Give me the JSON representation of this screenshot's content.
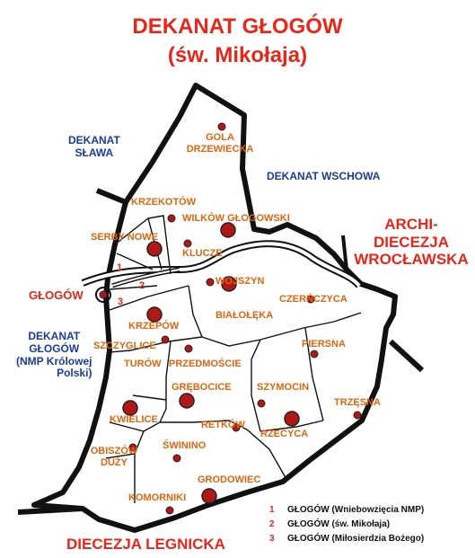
{
  "title": {
    "line1": "DEKANAT GŁOGÓW",
    "line2": "(św. Mikołaja)"
  },
  "colors": {
    "title": "#e8261a",
    "parish_label": "#e0650f",
    "deanery_label": "#1a3c9c",
    "border": "#111111",
    "marker": "#b01818"
  },
  "neighbors": {
    "slawa": [
      "DEKANAT",
      "SŁAWA"
    ],
    "wschowa": "DEKANAT WSCHOWA",
    "wroclaw": [
      "ARCHI-",
      "DIECEZJA",
      "WROCŁAWSKA"
    ],
    "glogow_nmp": [
      "DEKANAT",
      "GŁOGÓW",
      "(NMP Królowej",
      "Polski)"
    ],
    "legnica": "DIECEZJA LEGNICKA"
  },
  "city": "GŁOGÓW",
  "parishes": {
    "gola": [
      "GOLA",
      "DRZEWIECKA"
    ],
    "krzekotow": "KRZEKOTÓW",
    "wilkow": "WILKÓW GŁOGOWSKI",
    "serby": "SERBY NOWE",
    "klucze": "KLUCZE",
    "wojszyn": "WOJSZYN",
    "czerniczyca": "CZERŃCZYCA",
    "bialoleka": "BIAŁOŁĘKA",
    "krzepow": "KRZEPÓW",
    "szczyglice": "SZCZYGLICE",
    "piersna": "PIERSNA",
    "turow": "TURÓW",
    "przedmoscie": "PRZEDMOŚCIE",
    "grebocice": "GRĘBOCICE",
    "szymocin": "SZYMOCIN",
    "trzesna": "TRZĘSNA",
    "kwielice": "KWIELICE",
    "retkow": "RETKÓW",
    "rzecyca": "RZECYCA",
    "obiszow": [
      "OBISZÓW",
      "DUŻY"
    ],
    "swinino": "ŚWININO",
    "grodowiec": "GRODOWIEC",
    "komorniki": "KOMORNIKI"
  },
  "city_parish_numbers": [
    "1",
    "2",
    "3"
  ],
  "legend": [
    {
      "num": "1",
      "text": "GŁOGÓW (Wniebowzięcia NMP)"
    },
    {
      "num": "2",
      "text": "GŁOGÓW (św. Mikołaja)"
    },
    {
      "num": "3",
      "text": "GŁOGÓW (Miłosierdzia Bożego)"
    }
  ],
  "markers": {
    "big": "church-large-icon",
    "small": "church-small-icon"
  }
}
